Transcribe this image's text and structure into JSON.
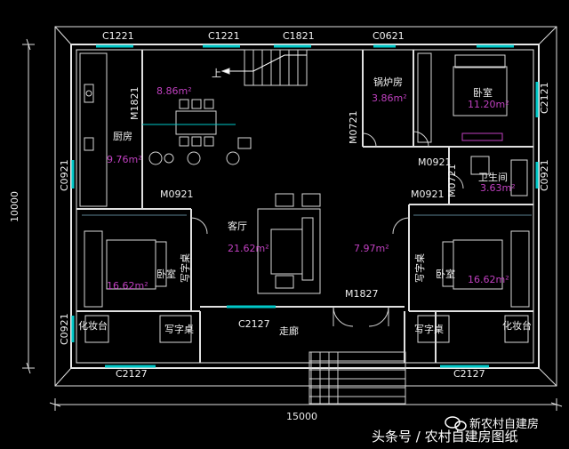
{
  "colors": {
    "background": "#000000",
    "wall": "#e8e8e8",
    "wall_dim": "#9a9a9a",
    "window": "#00c8c8",
    "furniture": "#d8d8d8",
    "area_text": "#c040c0",
    "label_text": "#f0f0f0",
    "dimension_line": "#e0e0e0",
    "hatch": "#5a8090"
  },
  "dimensions": {
    "width": "15000",
    "height": "10000"
  },
  "windows": {
    "top_c1221_left": "C1221",
    "top_c1221_mid": "C1221",
    "top_c1821": "C1821",
    "top_c0621": "C0621",
    "right_c2121": "C2121",
    "right_c0921": "C0921",
    "left_c0921_upper": "C0921",
    "left_c0921_lower": "C0921",
    "bottom_c2127_left": "C2127",
    "bottom_c2127_right": "C2127",
    "front_c2127": "C2127"
  },
  "doors": {
    "m1821": "M1821",
    "m0721_boiler": "M0721",
    "m0921_right": "M0921",
    "m0721_bath": "M0721",
    "m0921_left": "M0921",
    "m0921_right2": "M0921",
    "m1827": "M1827"
  },
  "rooms": {
    "dining_area": "8.86m²",
    "stair_up": "上",
    "kitchen_label": "厨房",
    "kitchen_area": "9.76m²",
    "boiler_label": "锅炉房",
    "boiler_area": "3.86m²",
    "bedroom_ne_label": "卧室",
    "bedroom_ne_area": "11.20m²",
    "bathroom_label": "卫生间",
    "bathroom_area": "3.63m²",
    "living_label": "客厅",
    "living_area": "21.62m²",
    "hall_area": "7.97m²",
    "bedroom_w_label": "卧室",
    "bedroom_w_area": "16.62m²",
    "bedroom_e_label": "卧室",
    "bedroom_e_area": "16.62m²",
    "dresser_left": "化妆台",
    "dresser_right": "化妆台",
    "desk_left": "写字桌",
    "desk_left_side": "写字桌",
    "desk_right": "写字桌",
    "desk_right_side": "写字桌",
    "corridor": "走廊"
  },
  "watermark": {
    "badge": "新农村自建房",
    "caption": "头条号 / 农村自建房图纸"
  },
  "icons": [
    "wechat-logo-icon"
  ]
}
